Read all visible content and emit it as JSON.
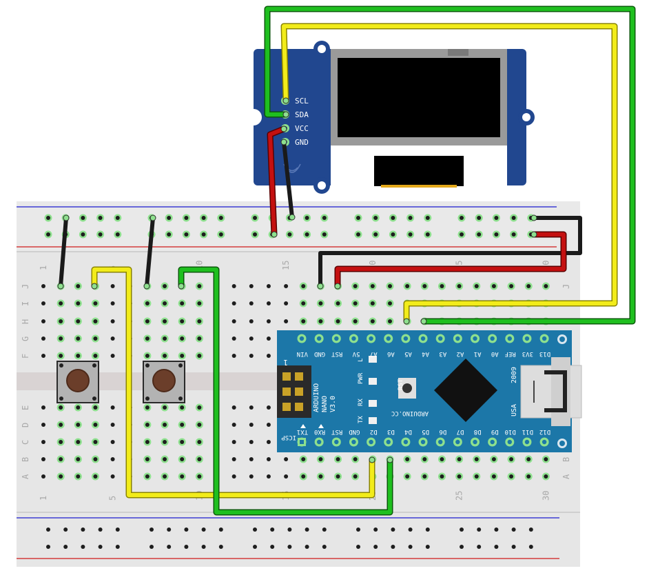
{
  "oled": {
    "pins": [
      "SCL",
      "SDA",
      "VCC",
      "GND"
    ]
  },
  "breadboard": {
    "row_letters": [
      "J",
      "I",
      "H",
      "G",
      "F",
      "E",
      "D",
      "C",
      "B",
      "A"
    ],
    "top_numbers": [
      "1",
      "5",
      "10",
      "15",
      "20",
      "25",
      "30"
    ],
    "bottom_numbers": [
      "1",
      "5",
      "10",
      "15",
      "20",
      "25",
      "30"
    ]
  },
  "nano": {
    "top_pins": [
      "VIN",
      "GND",
      "RST",
      "5V",
      "A7",
      "A6",
      "A5",
      "A4",
      "A3",
      "A2",
      "A1",
      "A0",
      "REF",
      "3V3",
      "D13"
    ],
    "bottom_pins": [
      "TX1",
      "RX0",
      "RST",
      "GND",
      "D2",
      "D3",
      "D4",
      "D5",
      "D6",
      "D7",
      "D8",
      "D9",
      "D10",
      "D11",
      "D12"
    ],
    "name_lines": [
      "ARDUINO",
      "NANO",
      "V3.0"
    ],
    "led_labels": [
      "L",
      "PWR",
      "RX",
      "TX"
    ],
    "rst_label": "RST",
    "site": "ARDUINO.CC",
    "year": "2009",
    "country": "USA",
    "icsp": "ICSP",
    "icsp_pin1": "1"
  },
  "colors": {
    "wire_green": "#1fbf1f",
    "wire_yellow": "#f2ec1a",
    "wire_red": "#c41010",
    "wire_black": "#1a1a1a",
    "module_blue": "#21478f",
    "nano_blue": "#1c77a8",
    "breadboard": "#e6e6e6",
    "rail_red": "#d01a1a",
    "rail_blue": "#1a1ad0",
    "hole_green": "#8ee08e"
  }
}
